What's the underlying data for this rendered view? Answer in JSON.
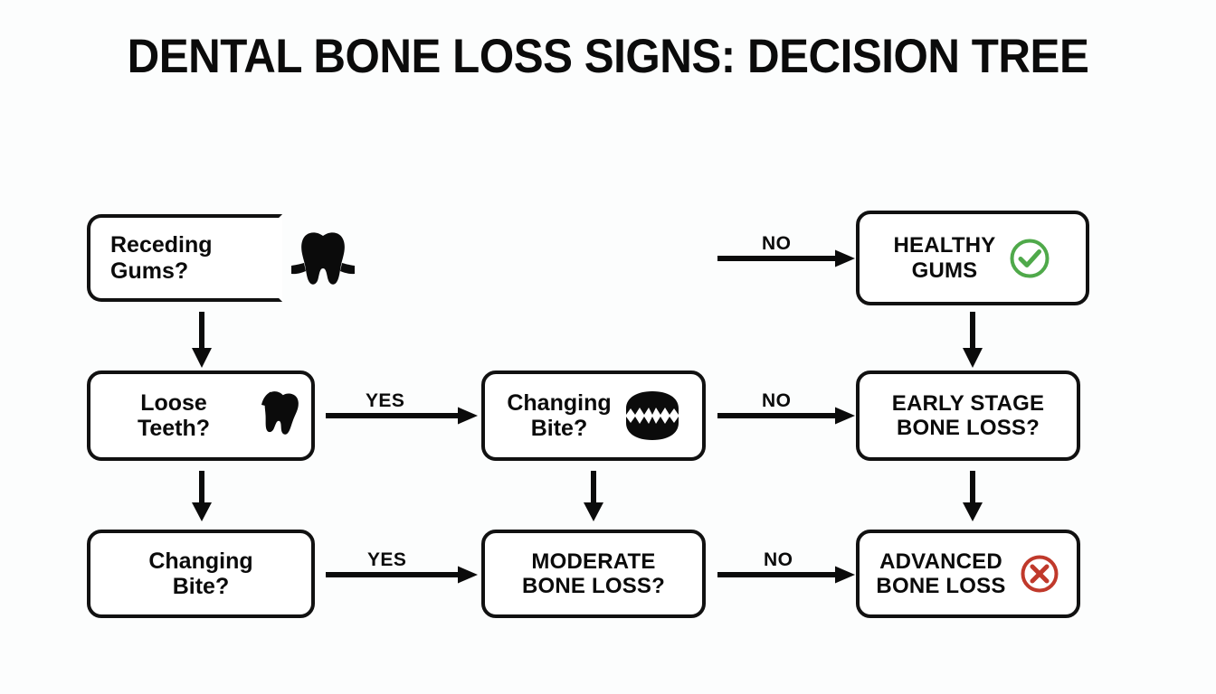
{
  "page": {
    "title": "DENTAL BONE LOSS SIGNS: DECISION TREE",
    "background_color": "#fcfdfd",
    "ink_color": "#111111",
    "success_color": "#4aa council",
    "accent_green": "#4fa94a",
    "accent_red": "#c0392b"
  },
  "nodes": {
    "receding_gums": {
      "label": "Receding Gums?",
      "icon": "tooth-receding-gums-icon"
    },
    "healthy_gums": {
      "label": "HEALTHY\nGUMS",
      "icon": "check-circle-icon"
    },
    "loose_teeth": {
      "label": "Loose Teeth?",
      "icon": "loose-tooth-icon"
    },
    "changing_bite_mid": {
      "label": "Changing\nBite?",
      "icon": "bite-teeth-icon"
    },
    "early_stage": {
      "label": "EARLY STAGE\nBONE LOSS?",
      "icon": ""
    },
    "changing_bite_bottom": {
      "label": "Changing\nBite?",
      "icon": ""
    },
    "moderate": {
      "label": "MODERATE\nBONE LOSS?",
      "icon": ""
    },
    "advanced": {
      "label": "ADVANCED\nBONE LOSS",
      "icon": "x-circle-icon"
    }
  },
  "edges": {
    "receding_to_healthy": "NO",
    "loose_to_changing_bite": "YES",
    "changing_bite_to_early": "NO",
    "changing_bite_bottom_to_moderate": "YES",
    "moderate_to_advanced": "NO"
  }
}
